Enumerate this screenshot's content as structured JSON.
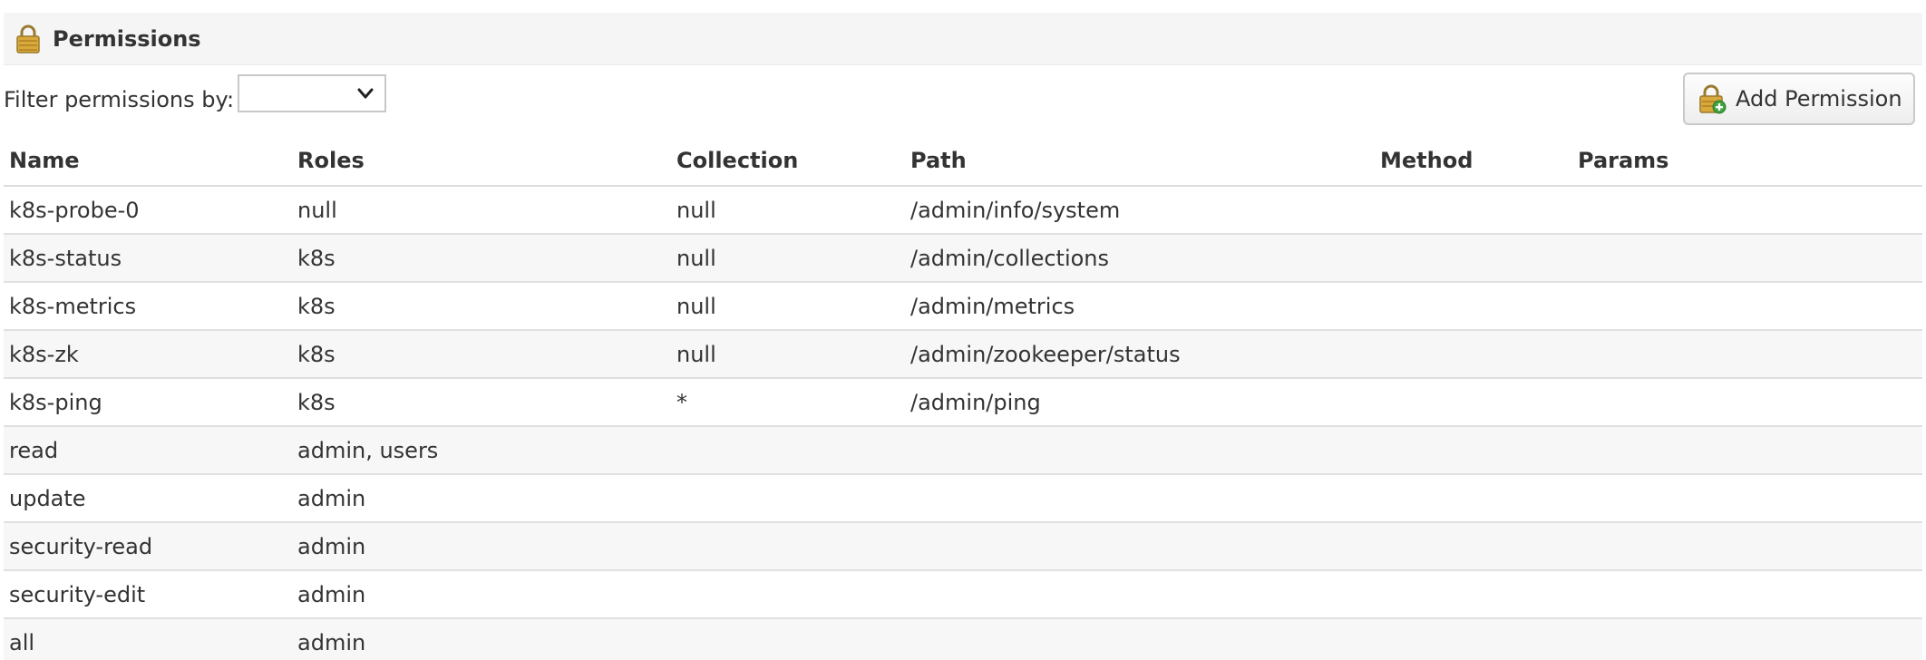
{
  "panel": {
    "title": "Permissions",
    "icon": "lock-icon"
  },
  "toolbar": {
    "filter_label": "Filter permissions by:",
    "filter_value": "",
    "add_label": "Add Permission",
    "add_icon": "lock-add-icon"
  },
  "table": {
    "headers": [
      "Name",
      "Roles",
      "Collection",
      "Path",
      "Method",
      "Params"
    ],
    "rows": [
      {
        "name": "k8s-probe-0",
        "roles": "null",
        "collection": "null",
        "path": "/admin/info/system",
        "method": "",
        "params": ""
      },
      {
        "name": "k8s-status",
        "roles": "k8s",
        "collection": "null",
        "path": "/admin/collections",
        "method": "",
        "params": ""
      },
      {
        "name": "k8s-metrics",
        "roles": "k8s",
        "collection": "null",
        "path": "/admin/metrics",
        "method": "",
        "params": ""
      },
      {
        "name": "k8s-zk",
        "roles": "k8s",
        "collection": "null",
        "path": "/admin/zookeeper/status",
        "method": "",
        "params": ""
      },
      {
        "name": "k8s-ping",
        "roles": "k8s",
        "collection": "*",
        "path": "/admin/ping",
        "method": "",
        "params": ""
      },
      {
        "name": "read",
        "roles": "admin, users",
        "collection": "",
        "path": "",
        "method": "",
        "params": ""
      },
      {
        "name": "update",
        "roles": "admin",
        "collection": "",
        "path": "",
        "method": "",
        "params": ""
      },
      {
        "name": "security-read",
        "roles": "admin",
        "collection": "",
        "path": "",
        "method": "",
        "params": ""
      },
      {
        "name": "security-edit",
        "roles": "admin",
        "collection": "",
        "path": "",
        "method": "",
        "params": ""
      },
      {
        "name": "all",
        "roles": "admin",
        "collection": "",
        "path": "",
        "method": "",
        "params": ""
      }
    ]
  },
  "colors": {
    "header_bg": "#f5f5f5",
    "row_alt_bg": "#f7f7f7",
    "lock_gold": "#d9a93b",
    "add_green": "#3fa13f"
  }
}
